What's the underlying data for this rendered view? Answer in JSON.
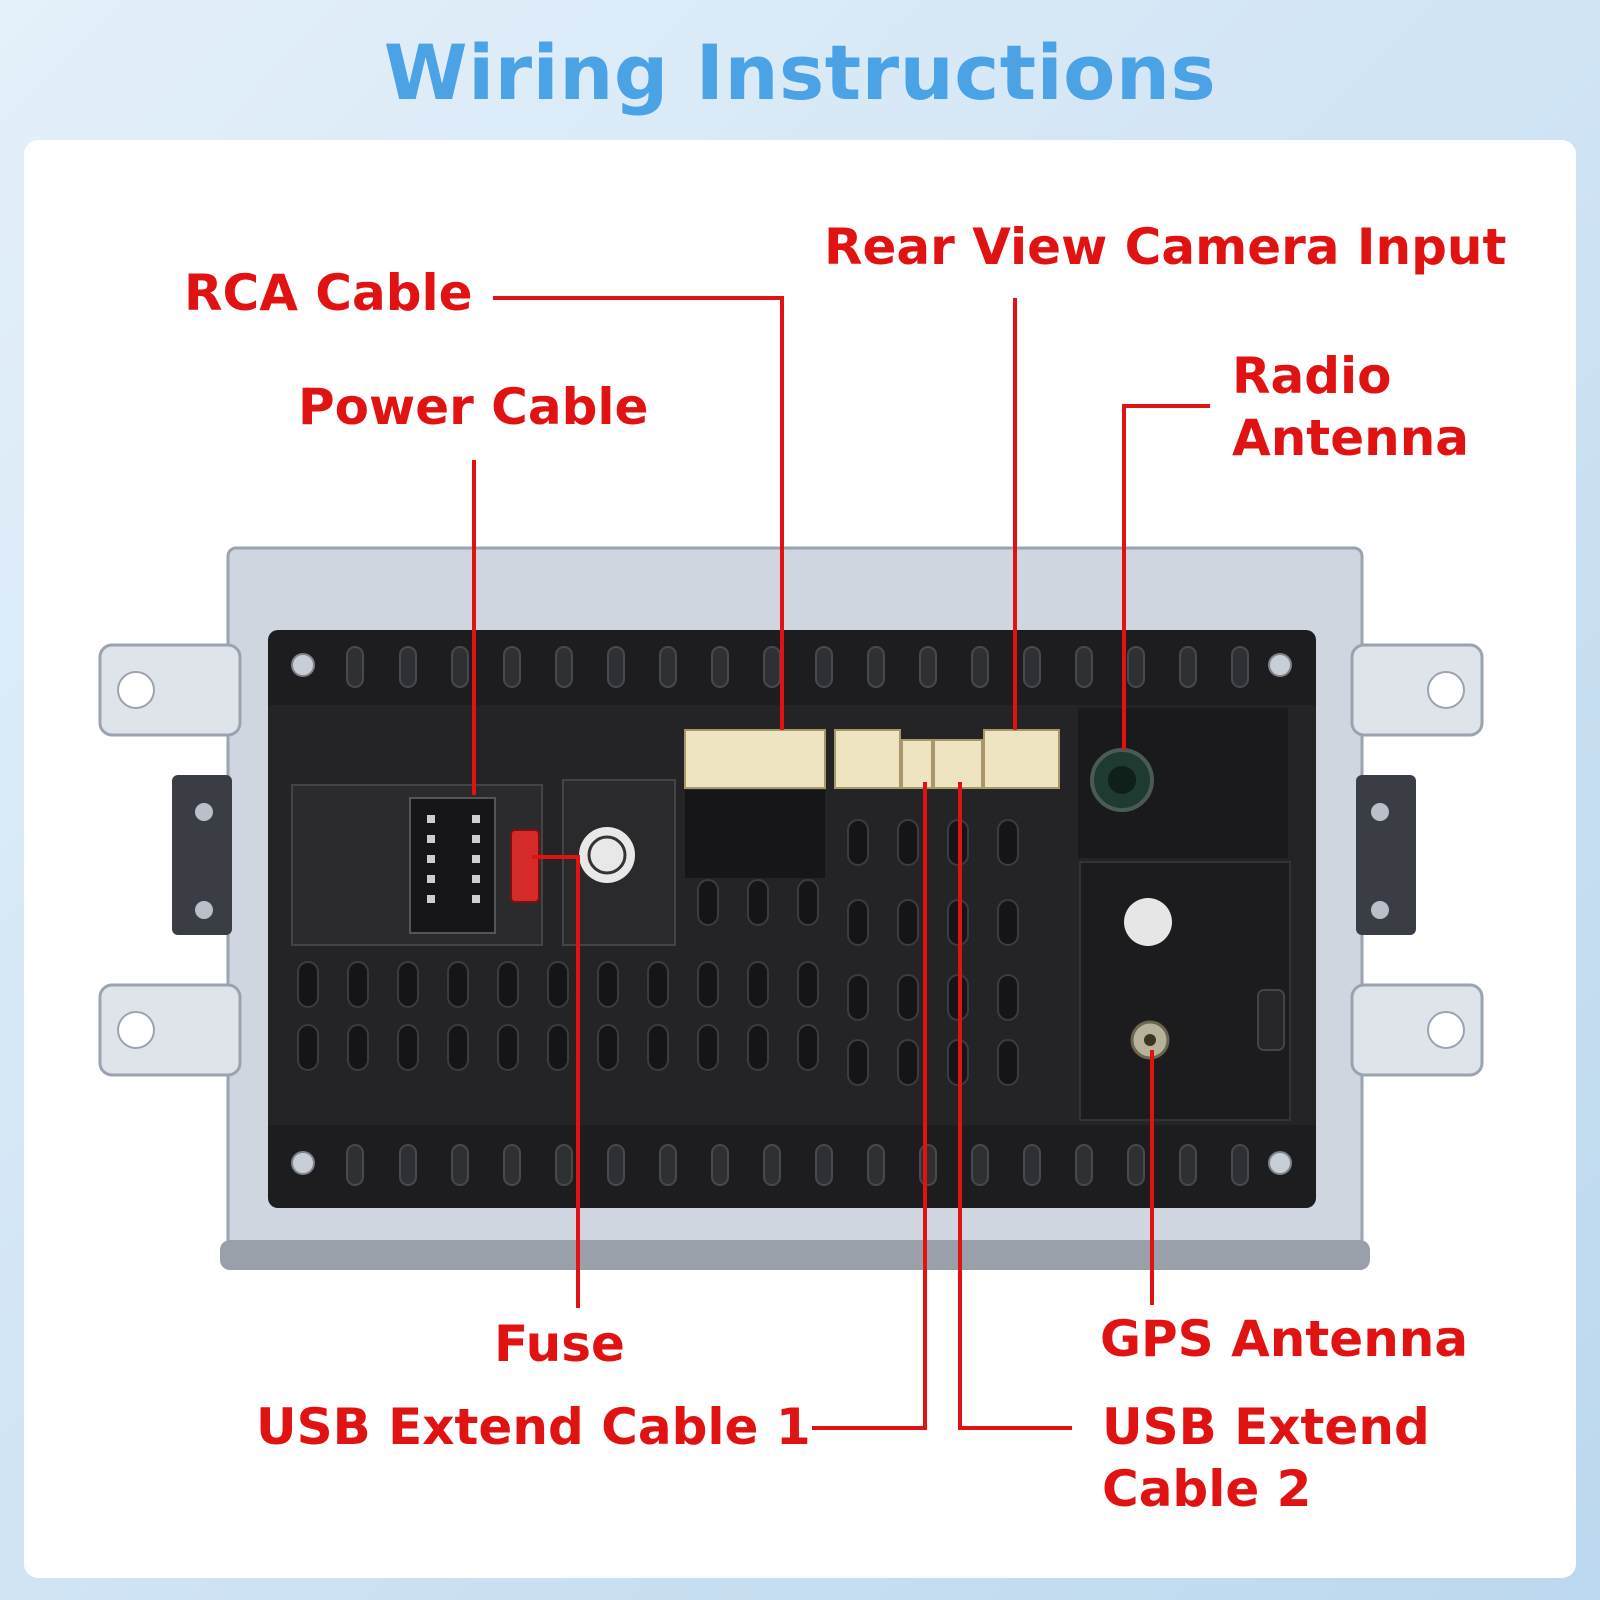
{
  "title": "Wiring Instructions",
  "labels": {
    "rca_cable": "RCA Cable",
    "power_cable": "Power Cable",
    "rear_view_camera_input": "Rear View Camera Input",
    "radio_antenna_line1": "Radio",
    "radio_antenna_line2": "Antenna",
    "fuse": "Fuse",
    "usb_extend_cable_1": "USB Extend Cable 1",
    "gps_antenna": "GPS Antenna",
    "usb_extend_cable_2_line1": "USB Extend",
    "usb_extend_cable_2_line2": "Cable 2"
  },
  "colors": {
    "title": "#4ba3e6",
    "label": "#e01212",
    "leader_line": "#e01212",
    "chassis_frame": "#cfd6e0",
    "panel": "#1d1d1f",
    "connector": "#efe4c2"
  }
}
